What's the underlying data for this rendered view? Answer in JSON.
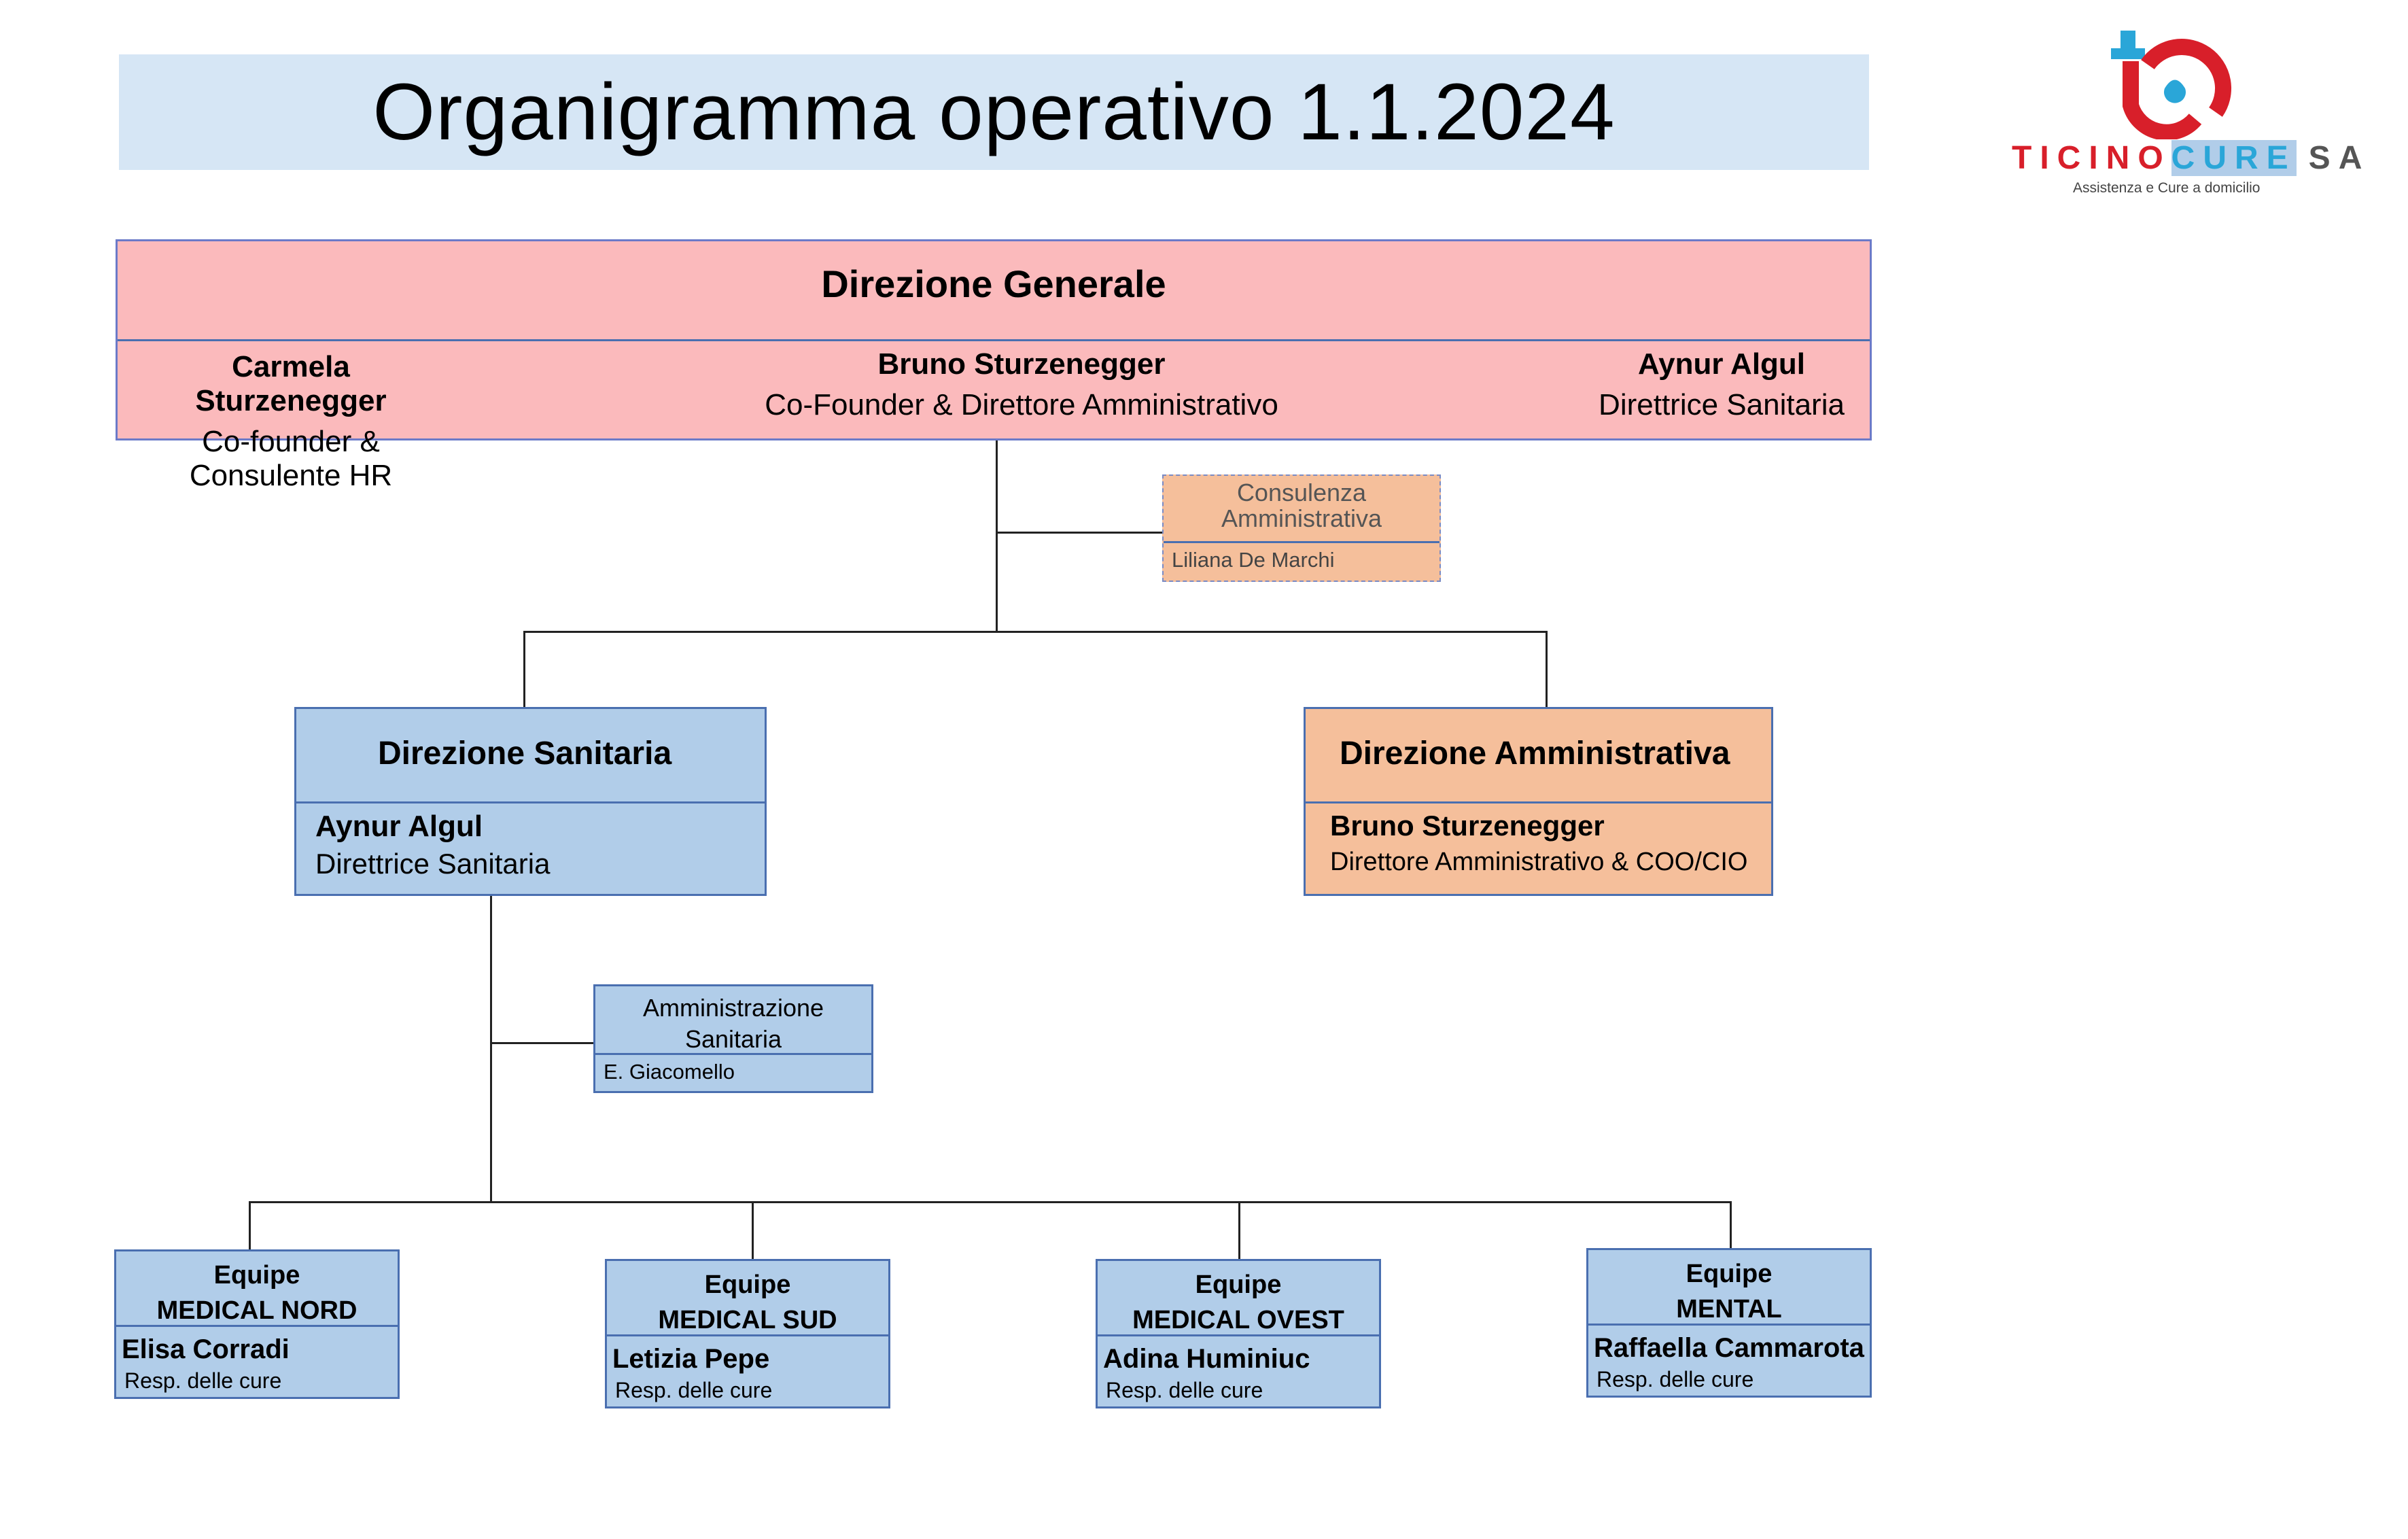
{
  "title": "Organigramma operativo 1.1.2024",
  "logo": {
    "word_red": "TICINO",
    "word_blue": "CURE",
    "word_suffix": "SA",
    "tagline": "Assistenza e Cure a domicilio",
    "colors": {
      "red": "#d81f2a",
      "blue": "#2aa6d8"
    }
  },
  "direzione_generale": {
    "heading": "Direzione Generale",
    "people": [
      {
        "name": "Carmela Sturzenegger",
        "role": "Co-founder & Consulente HR"
      },
      {
        "name": "Bruno Sturzenegger",
        "role": "Co-Founder & Direttore Amministrativo"
      },
      {
        "name": "Aynur Algul",
        "role": "Direttrice Sanitaria"
      }
    ]
  },
  "consulenza": {
    "title_line1": "Consulenza",
    "title_line2": "Amministrativa",
    "person": "Liliana De Marchi"
  },
  "direzione_sanitaria": {
    "heading": "Direzione Sanitaria",
    "name": "Aynur Algul",
    "role": "Direttrice Sanitaria"
  },
  "direzione_amministrativa": {
    "heading": "Direzione Amministrativa",
    "name": "Bruno Sturzenegger",
    "role": "Direttore Amministrativo & COO/CIO"
  },
  "amministrazione_sanitaria": {
    "title_line1": "Amministrazione",
    "title_line2": "Sanitaria",
    "person": "E. Giacomello"
  },
  "equipes": [
    {
      "line1": "Equipe",
      "line2": "MEDICAL NORD",
      "name": "Elisa Corradi",
      "role": "Resp. delle cure"
    },
    {
      "line1": "Equipe",
      "line2": "MEDICAL SUD",
      "name": "Letizia Pepe",
      "role": "Resp. delle cure"
    },
    {
      "line1": "Equipe",
      "line2": "MEDICAL OVEST",
      "name": "Adina Huminiuc",
      "role": "Resp. delle cure"
    },
    {
      "line1": "Equipe",
      "line2": "MENTAL",
      "name": "Raffaella Cammarota",
      "role": "Resp. delle cure"
    }
  ],
  "colors": {
    "pink": "#fbbabc",
    "blue": "#b1cde9",
    "peach": "#f5bf9b",
    "title_bg": "#d6e6f5"
  }
}
